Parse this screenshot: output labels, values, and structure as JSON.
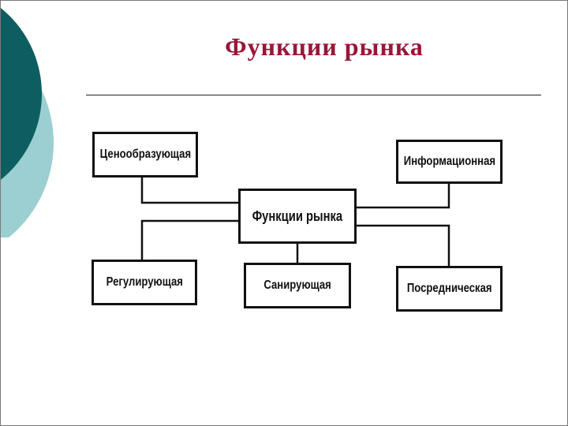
{
  "slide": {
    "title": "Функции рынка"
  },
  "diagram": {
    "center": "Функции рынка",
    "functions": [
      "Ценообразующая",
      "Информационная",
      "Регулирующая",
      "Санирующая",
      "Посредническая"
    ]
  },
  "colors": {
    "title": "#9b1537",
    "deco_dark": "#0d5e61",
    "deco_light": "#9ccfd1"
  }
}
